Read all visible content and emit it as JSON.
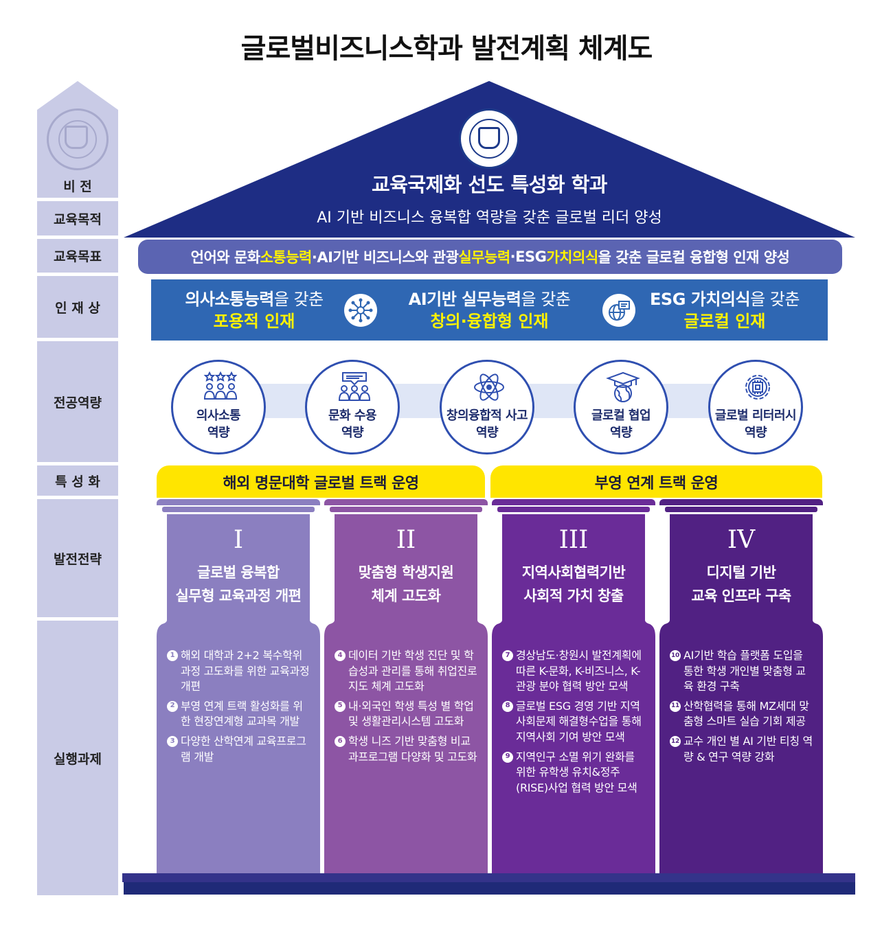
{
  "title": "글로벌비즈니스학과 발전계획 체계도",
  "left_labels": {
    "vision": "비    전",
    "purpose": "교육목적",
    "goal": "교육목표",
    "talent": "인 재 상",
    "competency": "전공역량",
    "specialization": "특 성 화",
    "strategy": "발전전략",
    "tasks": "실행과제"
  },
  "roof": {
    "vision": "교육국제화 선도 특성화 학과",
    "purpose": "AI 기반 비즈니스 융복합 역량을 갖춘 글로벌 리더 양성"
  },
  "goal": {
    "p1": "언어와 문화 ",
    "h1": "소통능력",
    "p2": "·AI기반 비즈니스와 관광 ",
    "h2": "실무능력",
    "p3": "·ESG ",
    "h3": "가치의식",
    "p4": "을 갖춘 글로컬 융합형 인재 양성"
  },
  "talents": [
    {
      "bold": "의사소통능력",
      "rest": "을 갖춘",
      "highlight": "포용적 인재"
    },
    {
      "bold": "AI기반 실무능력",
      "rest": "을 갖춘",
      "highlight": "창의·융합형 인재"
    },
    {
      "bold": "ESG 가치의식",
      "rest": "을 갖춘",
      "highlight": "글로컬 인재"
    }
  ],
  "competencies": [
    {
      "l1": "의사소통",
      "l2": "역량",
      "icon": "people-stars-icon"
    },
    {
      "l1": "문화 수용",
      "l2": "역량",
      "icon": "people-chat-icon"
    },
    {
      "l1": "창의융합적 사고",
      "l2": "역량",
      "icon": "atom-icon"
    },
    {
      "l1": "글로컬 협업",
      "l2": "역량",
      "icon": "graduate-globe-icon"
    },
    {
      "l1": "글로벌 리터러시",
      "l2": "역량",
      "icon": "chip-gear-icon"
    }
  ],
  "specializations": [
    "해외 명문대학 글로벌 트랙 운영",
    "부영 연계 트랙 운영"
  ],
  "strategies": [
    {
      "roman": "I",
      "l1": "글로벌 융복합",
      "l2": "실무형 교육과정 개편"
    },
    {
      "roman": "II",
      "l1": "맞춤형 학생지원",
      "l2": "체계 고도화"
    },
    {
      "roman": "III",
      "l1": "지역사회협력기반",
      "l2": "사회적 가치 창출"
    },
    {
      "roman": "IV",
      "l1": "디지털 기반",
      "l2": "교육 인프라 구축"
    }
  ],
  "tasks": [
    [
      {
        "n": "1",
        "t": "해외 대학과 2+2 복수학위과정 고도화를 위한 교육과정 개편"
      },
      {
        "n": "2",
        "t": "부영 연계 트랙 활성화를 위한 현장연계형 교과목 개발"
      },
      {
        "n": "3",
        "t": "다양한 산학연계 교육프로그램 개발"
      }
    ],
    [
      {
        "n": "4",
        "t": "데이터 기반 학생 진단 및 학습성과 관리를 통해 취업진로지도 체계 고도화"
      },
      {
        "n": "5",
        "t": "내·외국인 학생 특성 별 학업 및 생활관리시스템 고도화"
      },
      {
        "n": "6",
        "t": "학생 니즈 기반 맞춤형 비교과프로그램 다양화 및 고도화"
      }
    ],
    [
      {
        "n": "7",
        "t": "경상남도·창원시 발전계획에 따른 K-문화, K-비즈니스, K-관광 분야 협력 방안 모색"
      },
      {
        "n": "8",
        "t": "글로벌 ESG 경영 기반 지역사회문제 해결형수업을 통해 지역사회 기여 방안 모색"
      },
      {
        "n": "9",
        "t": "지역인구 소멸 위기 완화를 위한 유학생 유치&정주(RISE)사업 협력 방안 모색"
      }
    ],
    [
      {
        "n": "10",
        "t": "AI기반 학습 플랫폼 도입을 통한 학생 개인별 맞춤형 교육 환경 구축"
      },
      {
        "n": "11",
        "t": "산학협력을 통해 MZ세대 맞춤형 스마트 실습 기회 제공"
      },
      {
        "n": "12",
        "t": "교수 개인 별 AI 기반 티칭 역량 & 연구 역량 강화"
      }
    ]
  ],
  "colors": {
    "roof": "#1e2d84",
    "goal": "#5b64b2",
    "talent": "#2f67b3",
    "yellow": "#ffe500",
    "col1": "#8b7fc0",
    "col2": "#8d55a4",
    "col3": "#6a2c98",
    "col4": "#512183",
    "left": "#c9cbe6"
  }
}
